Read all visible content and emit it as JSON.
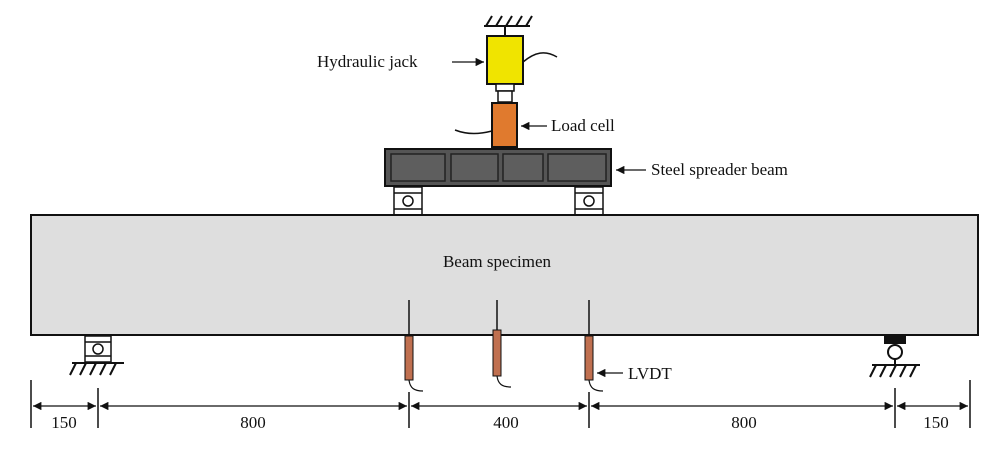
{
  "labels": {
    "hydraulic_jack": "Hydraulic jack",
    "load_cell": "Load cell",
    "spreader_beam": "Steel spreader beam",
    "beam_specimen": "Beam specimen",
    "lvdt": "LVDT"
  },
  "dimensions": [
    "150",
    "800",
    "400",
    "800",
    "150"
  ],
  "colors": {
    "jack": "#f0e400",
    "load_cell": "#e07a2e",
    "spreader": "#555555",
    "specimen": "#dedede",
    "lvdt": "#c07050"
  }
}
